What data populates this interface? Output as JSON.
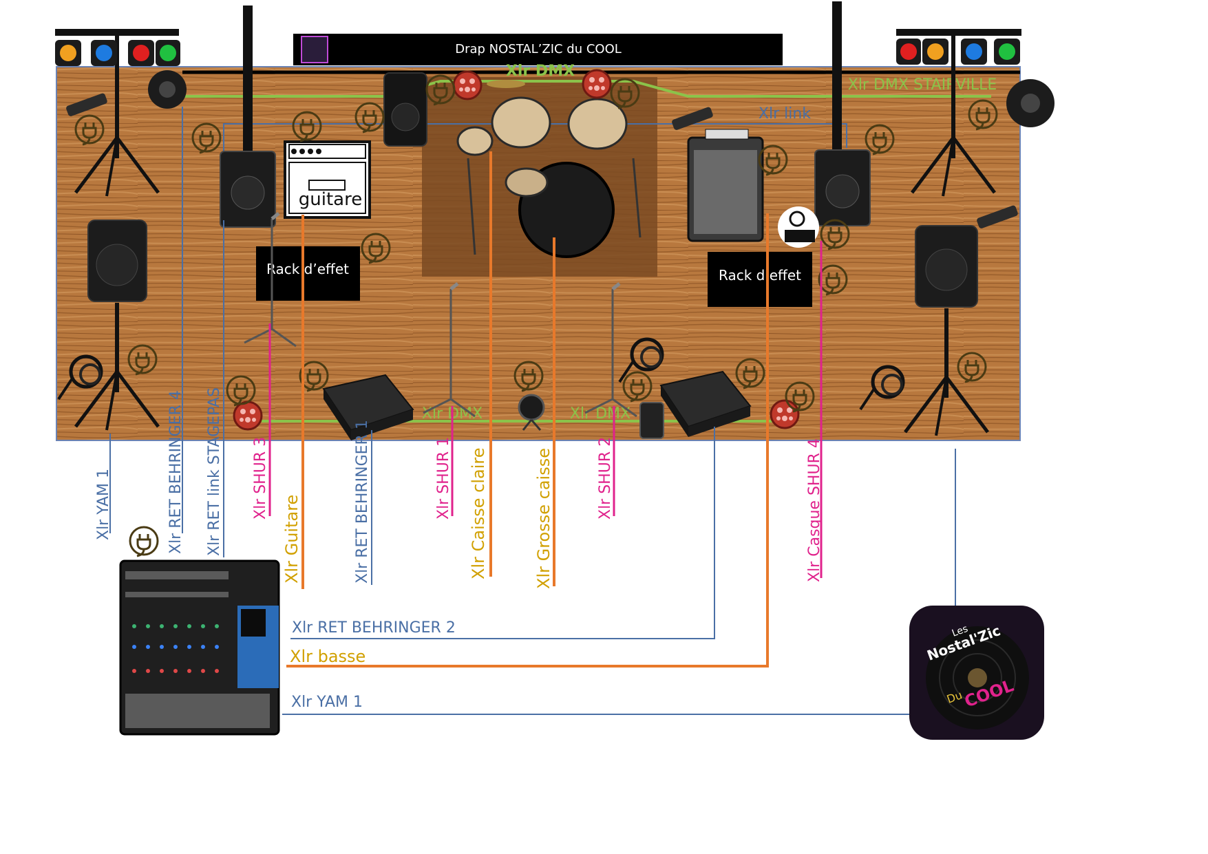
{
  "banner": {
    "title": "Drap NOSTAL’ZIC du COOL"
  },
  "colors": {
    "floor": "#b4763c",
    "dmx": "#8bc34a",
    "blue_cable": "#4a6fa5",
    "orange_cable": "#e8792b",
    "magenta_cable": "#e0228c",
    "yellow_text": "#d1a000",
    "power": "#5c4a1a"
  },
  "cable_labels": {
    "dmx_top": "Xlr DMX",
    "dmx_stairville": "Xlr DMX STAIRVILLE",
    "link": "Xlr link",
    "dmx_bottom_1": "Xlr DMX",
    "dmx_bottom_2": "Xlr DMX"
  },
  "equipment": {
    "amp_label": "guitare",
    "rack_left": "Rack d’effet",
    "rack_right": "Rack d’effet"
  },
  "vertical_cables": [
    {
      "label": "Xlr YAM 1",
      "color": "blue"
    },
    {
      "label": "Xlr RET BEHRINGER 4",
      "color": "blue"
    },
    {
      "label": "Xlr RET link STAGEPAS",
      "color": "blue"
    },
    {
      "label": "Xlr SHUR 3",
      "color": "magenta"
    },
    {
      "label": "Xlr Guitare",
      "color": "yellow"
    },
    {
      "label": "Xlr RET BEHRINGER 1",
      "color": "blue"
    },
    {
      "label": "Xlr SHUR 1",
      "color": "magenta"
    },
    {
      "label": "Xlr Caisse claire",
      "color": "yellow"
    },
    {
      "label": "Xlr Grosse caisse",
      "color": "yellow"
    },
    {
      "label": "Xlr SHUR 2",
      "color": "magenta"
    },
    {
      "label": "Xlr Casque SHUR 4",
      "color": "magenta"
    }
  ],
  "horizontal_cables": [
    {
      "label": "Xlr RET BEHRINGER 2",
      "color": "blue"
    },
    {
      "label": "Xlr basse",
      "color": "yellow"
    },
    {
      "label": "Xlr YAM 1",
      "color": "blue"
    }
  ],
  "logo": {
    "line1": "Les",
    "line2": "Nostal'Zic",
    "line3": "Du",
    "line4": "COOL"
  },
  "icons": [
    "lightbar-icon",
    "speaker-icon",
    "power-outlet-icon",
    "microphone-stand-icon",
    "drum-kit-icon",
    "mixer-icon",
    "par-light-icon",
    "cable-reel-icon",
    "power-strip-icon",
    "stage-monitor-icon",
    "bass-cabinet-icon",
    "wireless-receiver-icon"
  ]
}
